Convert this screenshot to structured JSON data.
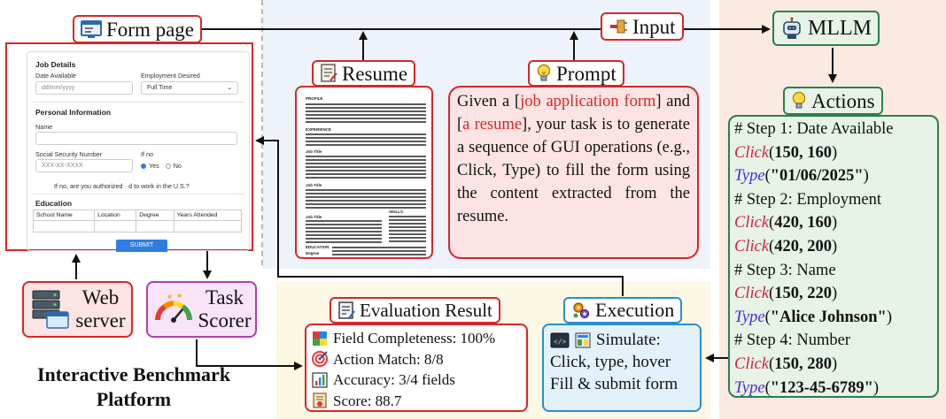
{
  "labels": {
    "form_page": "Form page",
    "input": "Input",
    "mllm": "MLLM",
    "resume": "Resume",
    "prompt": "Prompt",
    "actions": "Actions",
    "evaluation_result": "Evaluation Result",
    "execution": "Execution",
    "web_server": "Web server",
    "web_server_line1": "Web",
    "web_server_line2": "server",
    "task_scorer_line1": "Task",
    "task_scorer_line2": "Scorer",
    "platform_line1": "Interactive Benchmark",
    "platform_line2": "Platform"
  },
  "form": {
    "section_job": "Job Details",
    "date_available_label": "Date Available",
    "date_placeholder": "dd/mm/yyyy",
    "employment_label": "Employment Desired",
    "employment_value": "Full Time",
    "section_personal": "Personal Information",
    "name_label": "Name",
    "ssn_label": "Social Security Number",
    "ssn_placeholder": "XXX-XX-XXXX",
    "if_no_label": "If no",
    "radio_yes": "Yes",
    "radio_no": "No",
    "authorized_question": "If no, are you authorized",
    "authorized_question_tail": "d to work in the U.S.?",
    "section_education": "Education",
    "table_headers": [
      "School Name",
      "Location",
      "Degree",
      "Years Attended"
    ],
    "submit": "SUBMIT"
  },
  "resume_doc": {
    "headings": [
      "PROFILE",
      "EXPERIENCE",
      "Job Title",
      "Job Title",
      "Job Title",
      "SKILLS",
      "EDUCATION",
      "Degree"
    ]
  },
  "prompt_text": {
    "p1": "Given a [",
    "hl1": "job application form",
    "p2": "] and [",
    "hl2": "a resume",
    "p3": "], your task is to generate a sequence of GUI operations (e.g., Click, Type) to fill the form using the content extracted from the resume."
  },
  "actions": [
    {
      "kind": "comment",
      "text": "# Step 1: Date Available"
    },
    {
      "kind": "click",
      "fn": "Click",
      "args": "(150, 160)"
    },
    {
      "kind": "type",
      "fn": "Type",
      "args": "(\"01/06/2025\")"
    },
    {
      "kind": "comment",
      "text": "# Step 2: Employment"
    },
    {
      "kind": "click",
      "fn": "Click",
      "args": "(420, 160)"
    },
    {
      "kind": "click",
      "fn": "Click",
      "args": "(420, 200)"
    },
    {
      "kind": "comment",
      "text": "# Step 3: Name"
    },
    {
      "kind": "click",
      "fn": "Click",
      "args": "(150, 220)"
    },
    {
      "kind": "type",
      "fn": "Type",
      "args": "(\"Alice Johnson\")"
    },
    {
      "kind": "comment",
      "text": "# Step 4: Number"
    },
    {
      "kind": "click",
      "fn": "Click",
      "args": "(150, 280)"
    },
    {
      "kind": "type",
      "fn": "Type",
      "args": "(\"123-45-6789\")"
    }
  ],
  "evaluation": {
    "field_completeness": "Field Completeness: 100%",
    "action_match": "Action Match: 8/8",
    "accuracy": "Accuracy: 3/4 fields",
    "score": "Score: 88.7"
  },
  "execution": {
    "line1": "Simulate:",
    "line2": "Click, type, hover",
    "line3": "Fill & submit form"
  },
  "colors": {
    "red": "#d62728",
    "green": "#2e7d4f",
    "blue": "#2b8fcc",
    "purple": "#b03fb0",
    "click": "#d21f4a",
    "type": "#4b2ad6"
  }
}
